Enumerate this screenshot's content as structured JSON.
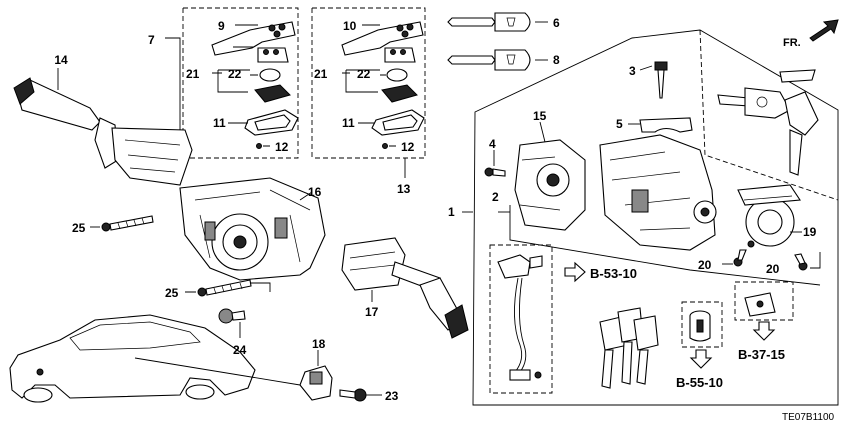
{
  "callouts": [
    "1",
    "2",
    "3",
    "4",
    "5",
    "6",
    "7",
    "8",
    "9",
    "10",
    "11",
    "11",
    "12",
    "12",
    "13",
    "14",
    "15",
    "16",
    "17",
    "18",
    "19",
    "20",
    "20",
    "21",
    "21",
    "22",
    "22",
    "23",
    "24",
    "25",
    "25"
  ],
  "refs": [
    "B-53-10",
    "B-37-15",
    "B-55-10"
  ],
  "direction_label": "FR.",
  "diagram_code": "TE07B1100",
  "colors": {
    "line": "#000000",
    "background": "#ffffff",
    "shade": "#222222"
  }
}
